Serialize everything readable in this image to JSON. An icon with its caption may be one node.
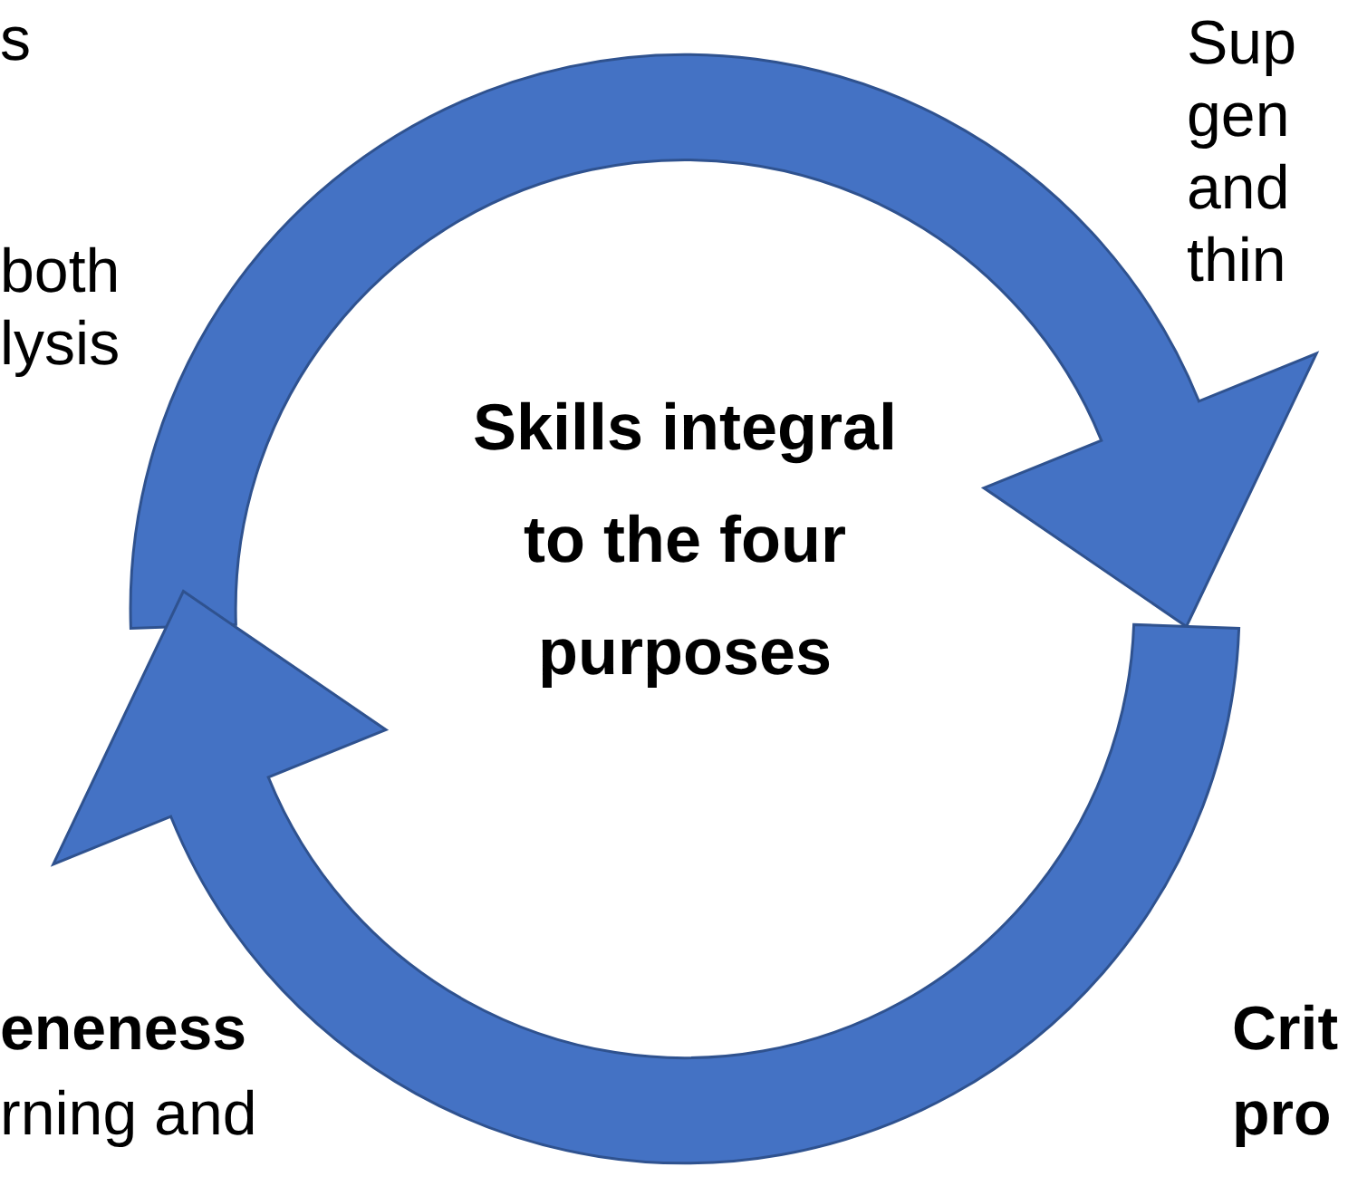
{
  "diagram": {
    "labels": [
      "s",
      "Sup",
      "gen",
      "both",
      "and",
      "lysis",
      "thin",
      "Skills integral to the four purposes",
      "eneness",
      "Crit",
      "rning and",
      "pro"
    ]
  }
}
